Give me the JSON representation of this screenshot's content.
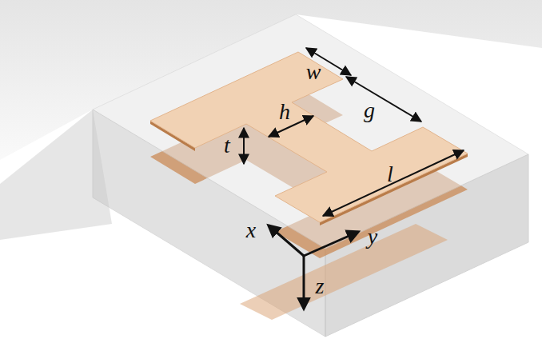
{
  "diagram": {
    "labels": [
      "w",
      "g",
      "h",
      "t",
      "l",
      "x",
      "y",
      "z"
    ]
  }
}
